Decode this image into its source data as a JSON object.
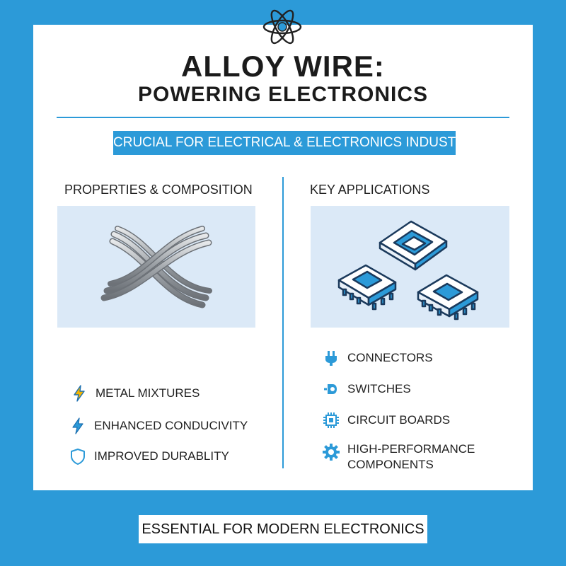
{
  "header": {
    "title_line1": "ALLOY WIRE:",
    "title_line2": "POWERING ELECTRONICS",
    "banner": "CRUCIAL FOR ELECTRICAL & ELECTRONICS INDUSTRIES"
  },
  "properties": {
    "heading": "PROPERTIES & COMPOSITION",
    "items": [
      {
        "label": "METAL MIXTURES",
        "icon": "lightning-bolt-yellow-icon"
      },
      {
        "label": "ENHANCED CONDUCIVITY",
        "icon": "lightning-bolt-blue-icon"
      },
      {
        "label": "IMPROVED DURABLITY",
        "icon": "shield-icon"
      }
    ]
  },
  "applications": {
    "heading": "KEY APPLICATIONS",
    "items": [
      {
        "label": "CONNECTORS",
        "icon": "plug-icon"
      },
      {
        "label": "SWITCHES",
        "icon": "toggle-switch-icon"
      },
      {
        "label": "CIRCUIT BOARDS",
        "icon": "chip-icon"
      },
      {
        "label_line1": "HIGH-PERFORMANCE",
        "label_line2": "COMPONENTS",
        "icon": "gear-icon"
      }
    ]
  },
  "footer": {
    "text": "ESSENTIAL FOR MODERN ELECTRONICS"
  },
  "colors": {
    "accent": "#2c9ad8",
    "panel": "#dbe9f7",
    "text": "#1b1b1b",
    "bolt_yellow": "#f4b400",
    "wire": "#9ea3a8"
  }
}
